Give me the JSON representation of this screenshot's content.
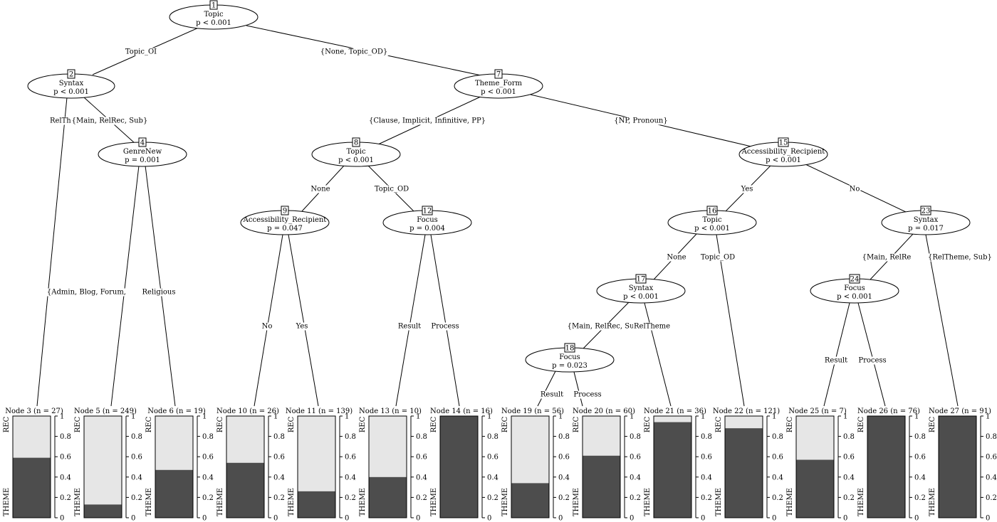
{
  "inner_nodes": [
    {
      "id": "1",
      "variable": "Topic",
      "p": "p < 0.001"
    },
    {
      "id": "2",
      "variable": "Syntax",
      "p": "p < 0.001"
    },
    {
      "id": "4",
      "variable": "GenreNew",
      "p": "p = 0.001"
    },
    {
      "id": "7",
      "variable": "Theme_Form",
      "p": "p < 0.001"
    },
    {
      "id": "8",
      "variable": "Topic",
      "p": "p < 0.001"
    },
    {
      "id": "9",
      "variable": "Accessibility_Recipient",
      "p": "p = 0.047"
    },
    {
      "id": "12",
      "variable": "Focus",
      "p": "p = 0.004"
    },
    {
      "id": "15",
      "variable": "Accessibility_Recipient",
      "p": "p < 0.001"
    },
    {
      "id": "16",
      "variable": "Topic",
      "p": "p < 0.001"
    },
    {
      "id": "17",
      "variable": "Syntax",
      "p": "p < 0.001"
    },
    {
      "id": "18",
      "variable": "Focus",
      "p": "p = 0.023"
    },
    {
      "id": "23",
      "variable": "Syntax",
      "p": "p = 0.017"
    },
    {
      "id": "24",
      "variable": "Focus",
      "p": "p < 0.001"
    }
  ],
  "edges": [
    {
      "from": "1",
      "to": "2",
      "label": "Topic_OI"
    },
    {
      "from": "1",
      "to": "7",
      "label": "{None, Topic_OD}"
    },
    {
      "from": "2",
      "to": "3",
      "label": "RelThen"
    },
    {
      "from": "2",
      "to": "4",
      "label": "{Main, RelRec, Sub}"
    },
    {
      "from": "4",
      "to": "5",
      "label": "{Admin, Blog, Forum, Religious}"
    },
    {
      "from": "4",
      "to": "6",
      "label": ""
    },
    {
      "from": "7",
      "to": "8",
      "label": "{Clause, Implicit, Infinitive, PP}"
    },
    {
      "from": "7",
      "to": "15",
      "label": "{NP, Pronoun}"
    },
    {
      "from": "8",
      "to": "9",
      "label": "None"
    },
    {
      "from": "8",
      "to": "12",
      "label": "Topic_OD"
    },
    {
      "from": "9",
      "to": "10",
      "label": "No"
    },
    {
      "from": "9",
      "to": "11",
      "label": "Yes"
    },
    {
      "from": "12",
      "to": "13",
      "label": "Result"
    },
    {
      "from": "12",
      "to": "14",
      "label": "Process"
    },
    {
      "from": "15",
      "to": "16",
      "label": "Yes"
    },
    {
      "from": "15",
      "to": "23",
      "label": "No"
    },
    {
      "from": "16",
      "to": "17",
      "label": "None"
    },
    {
      "from": "16",
      "to": "22",
      "label": "Topic_OD"
    },
    {
      "from": "17",
      "to": "18",
      "label": "{Main, RelRec, Sub}"
    },
    {
      "from": "17",
      "to": "21",
      "label": "RelTheme"
    },
    {
      "from": "18",
      "to": "19",
      "label": "Result"
    },
    {
      "from": "18",
      "to": "20",
      "label": "Process"
    },
    {
      "from": "23",
      "to": "24",
      "label": "{Main, RelRe"
    },
    {
      "from": "23",
      "to": "27",
      "label": "{RelTheme, Sub}"
    },
    {
      "from": "24",
      "to": "25",
      "label": "Result"
    },
    {
      "from": "24",
      "to": "26",
      "label": "Process"
    }
  ],
  "terminal_nodes": [
    {
      "id": "3",
      "title": "Node 3 (n = 27)",
      "theme_share": 0.59
    },
    {
      "id": "5",
      "title": "Node 5 (n = 249)",
      "theme_share": 0.13
    },
    {
      "id": "6",
      "title": "Node 6 (n = 19)",
      "theme_share": 0.47
    },
    {
      "id": "10",
      "title": "Node 10 (n = 26)",
      "theme_share": 0.54
    },
    {
      "id": "11",
      "title": "Node 11 (n = 139)",
      "theme_share": 0.26
    },
    {
      "id": "13",
      "title": "Node 13 (n = 10)",
      "theme_share": 0.4
    },
    {
      "id": "14",
      "title": "Node 14 (n = 16)",
      "theme_share": 1.0
    },
    {
      "id": "19",
      "title": "Node 19 (n = 56)",
      "theme_share": 0.34
    },
    {
      "id": "20",
      "title": "Node 20 (n = 60)",
      "theme_share": 0.61
    },
    {
      "id": "21",
      "title": "Node 21 (n = 36)",
      "theme_share": 0.94
    },
    {
      "id": "22",
      "title": "Node 22 (n = 121)",
      "theme_share": 0.88
    },
    {
      "id": "25",
      "title": "Node 25 (n = 7)",
      "theme_share": 0.57
    },
    {
      "id": "26",
      "title": "Node 26 (n = 76)",
      "theme_share": 1.0
    },
    {
      "id": "27",
      "title": "Node 27 (n = 91)",
      "theme_share": 1.0
    }
  ],
  "bar_labels": {
    "top": "REC",
    "bottom": "THEME"
  },
  "axis_ticks": [
    "0",
    "0.2",
    "0.4",
    "0.6",
    "0.8",
    "1"
  ],
  "colors": {
    "theme": "#4d4d4d",
    "rec": "#e6e6e6"
  }
}
